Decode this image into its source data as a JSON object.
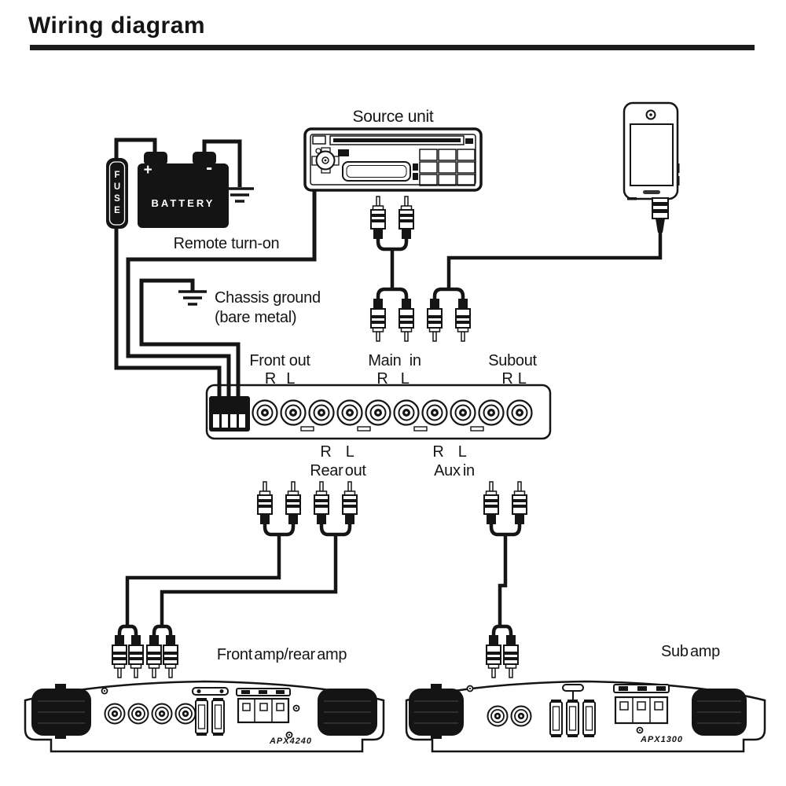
{
  "title": "Wiring  diagram",
  "labels": {
    "source_unit": "Source unit",
    "remote": "Remote turn-on",
    "chassis1": "Chassis ground",
    "chassis2": "(bare metal)",
    "front_out": "Front out",
    "front_out_rl": "R L",
    "main_in": "Main in",
    "main_in_rl": "R L",
    "sub_out": "Subout",
    "sub_out_rl": "R L",
    "rear_out": "Rear out",
    "rear_out_rl": "R L",
    "aux_in": "Aux in",
    "aux_in_rl": "R L",
    "front_amp": "Front amp/rear amp",
    "sub_amp": "Sub amp"
  },
  "battery": {
    "label": "BATTERY",
    "plus": "+",
    "minus": "-"
  },
  "fuse": {
    "label": "FUSE"
  },
  "amps": {
    "front_model": "APX4240",
    "sub_model": "APX1300"
  },
  "colors": {
    "ink": "#151515",
    "device_fill": "#141414"
  }
}
